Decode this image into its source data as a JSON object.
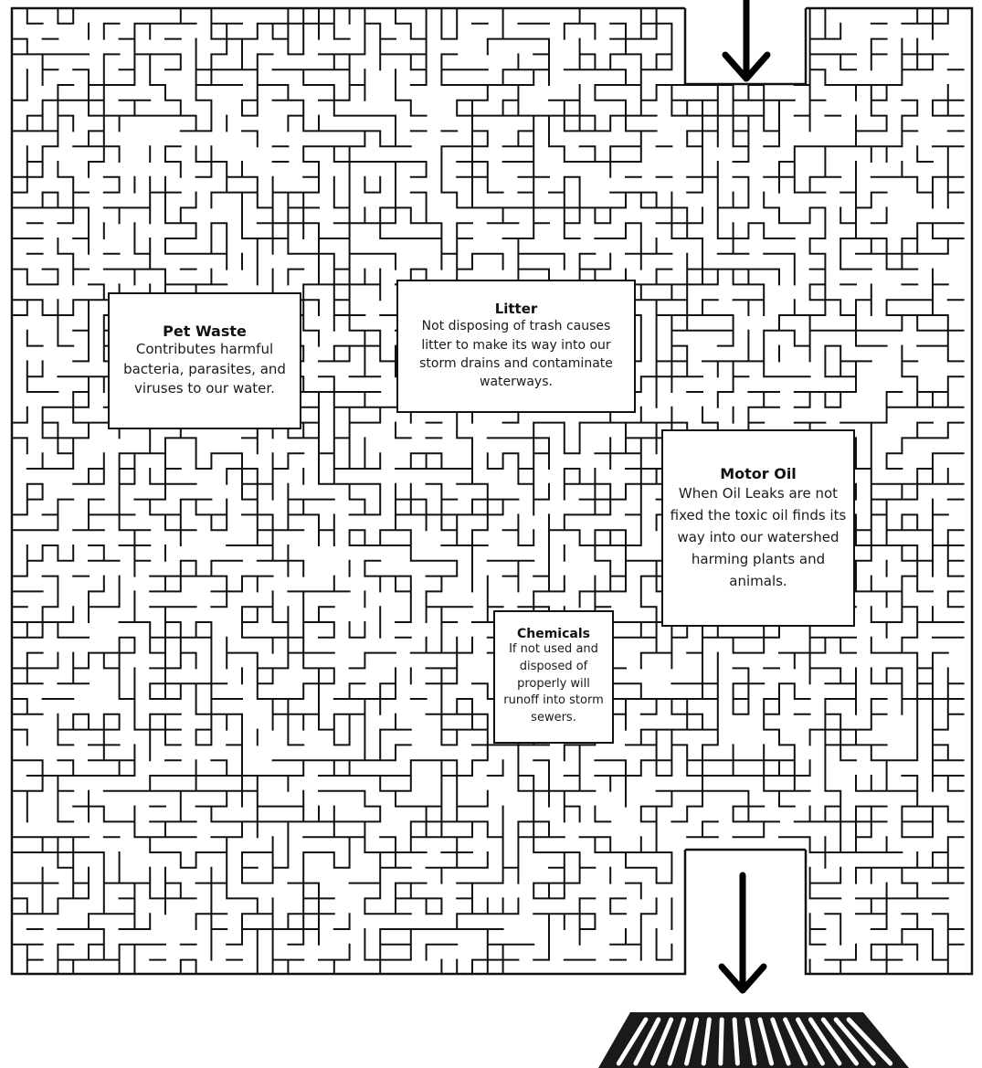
{
  "puzzle": {
    "entrance_arrow": "arrow-down-icon",
    "exit_arrow": "arrow-down-icon",
    "goal_icon": "storm-drain-grate-icon",
    "wall_color": "#111111",
    "background_color": "#ffffff"
  },
  "boxes": {
    "pet_waste": {
      "title": "Pet Waste",
      "body": "Contributes harmful bacteria, parasites, and viruses to our water."
    },
    "litter": {
      "title": "Litter",
      "body": "Not disposing of trash causes litter to make its way into our storm drains and contaminate waterways."
    },
    "motor_oil": {
      "title": "Motor Oil",
      "body": "When Oil Leaks are not fixed the toxic oil finds its way into our watershed harming plants and animals."
    },
    "chemicals": {
      "title": "Chemicals",
      "body": "If not used and disposed of properly will runoff into storm sewers."
    }
  }
}
